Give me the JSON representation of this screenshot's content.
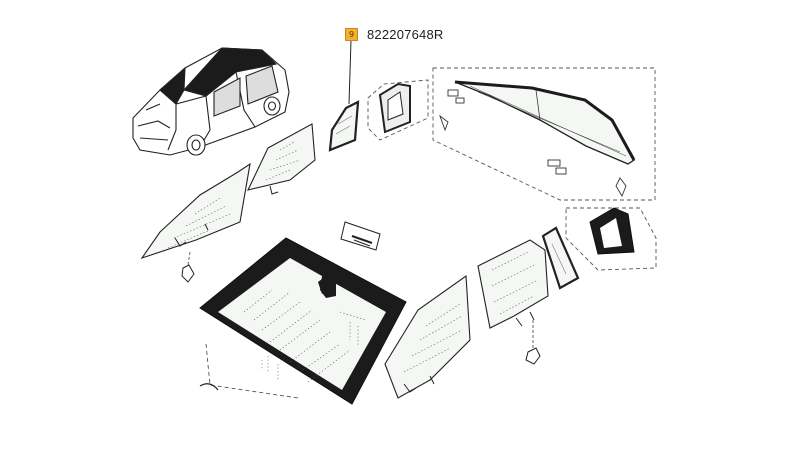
{
  "callout": {
    "badge_number": "9",
    "part_number": "822207648R",
    "badge_color": "#f2b134"
  },
  "parts": [
    {
      "id": "vehicle-overview"
    },
    {
      "id": "windshield"
    },
    {
      "id": "front-door-glass-left"
    },
    {
      "id": "rear-door-glass-left"
    },
    {
      "id": "rear-quarter-glass-left"
    },
    {
      "id": "rear-quarter-trim-left"
    },
    {
      "id": "panoramic-roof-glass"
    },
    {
      "id": "front-door-glass-right"
    },
    {
      "id": "rear-door-glass-right"
    },
    {
      "id": "rear-quarter-glass-right"
    },
    {
      "id": "rear-quarter-trim-right"
    },
    {
      "id": "rear-view-mirror"
    },
    {
      "id": "vin-plate"
    }
  ],
  "colors": {
    "line": "#222222",
    "dashed": "#555555",
    "glass": "#f4f7f4"
  }
}
